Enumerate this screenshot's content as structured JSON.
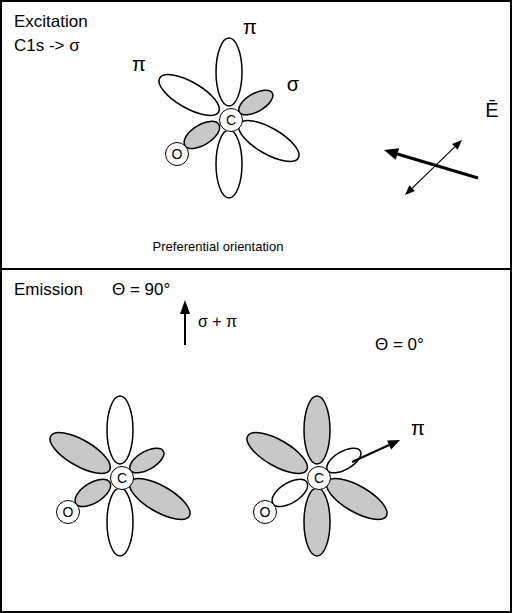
{
  "diagram": {
    "nodes": [
      {
        "text": [
          "Excitation",
          "C1s -> σ"
        ]
      },
      {
        "text": [
          "C"
        ],
        "in": 0
      },
      {
        "text": [
          "O"
        ],
        "in": 0
      },
      {
        "text": [
          "Emission"
        ]
      },
      {
        "text": [
          "C"
        ],
        "in": 3
      },
      {
        "text": [
          "O"
        ],
        "in": 3
      },
      {
        "text": [
          "C"
        ],
        "in": 3
      },
      {
        "text": [
          "O"
        ],
        "in": 3
      }
    ],
    "labels": [
      "π",
      "π",
      "σ",
      "Ē",
      "Preferential orientation",
      "Θ = 90°",
      "σ + π",
      "Θ = 0°",
      "π"
    ]
  }
}
